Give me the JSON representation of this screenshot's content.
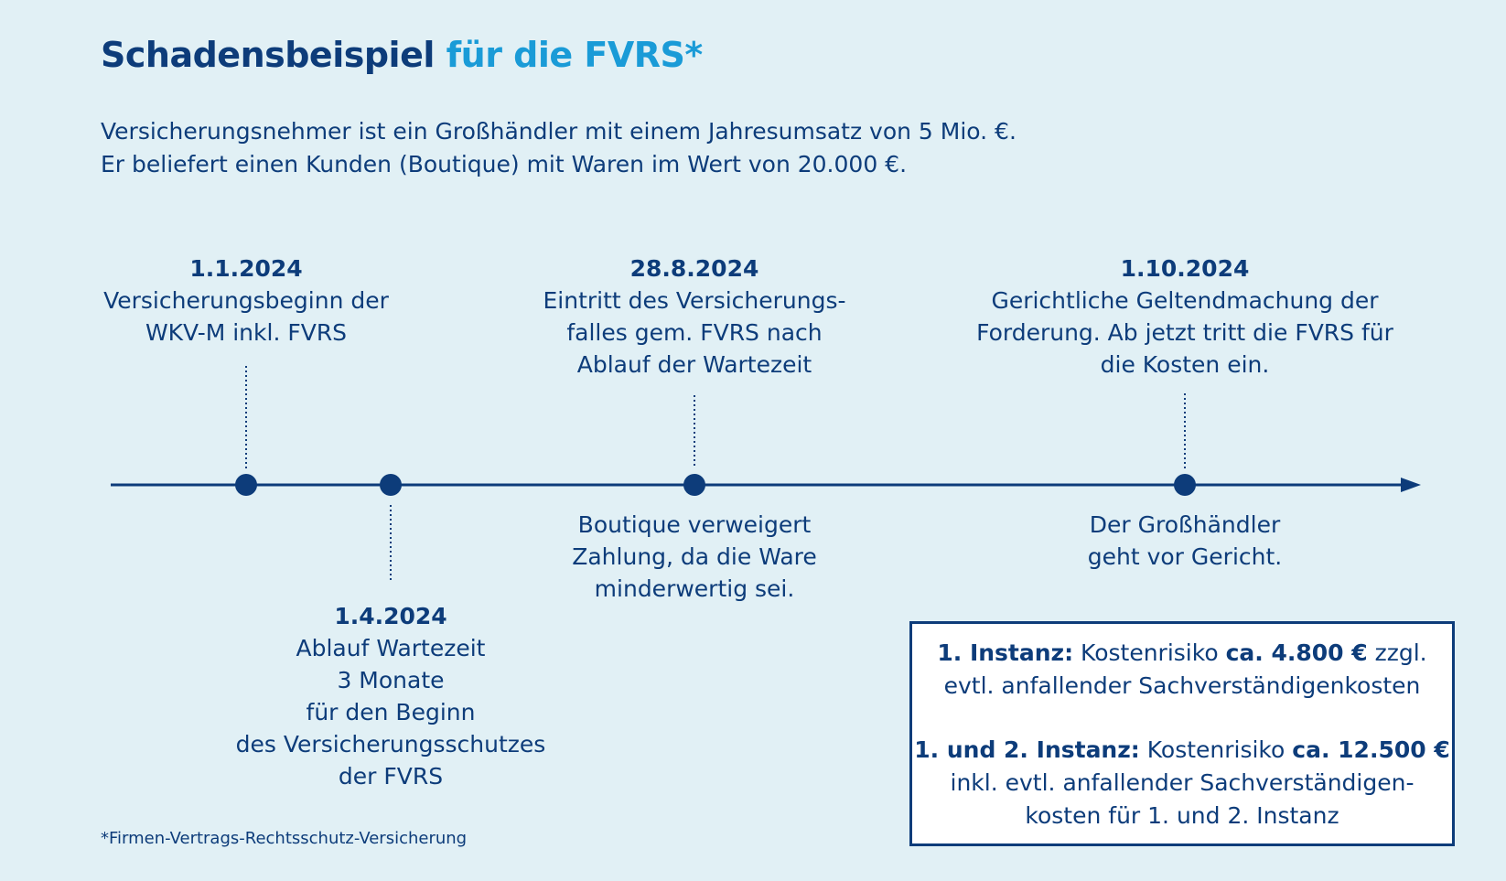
{
  "title": {
    "main": "Schadensbeispiel",
    "accent": "für die FVRS*"
  },
  "intro": [
    "Versicherungsnehmer ist ein Großhändler mit einem Jahresumsatz von 5 Mio. €.",
    "Er beliefert einen Kunden (Boutique) mit Waren im Wert von 20.000 €."
  ],
  "events": [
    {
      "date": "1.1.2024",
      "lines": [
        "Versicherungsbeginn der",
        "WKV-M inkl. FVRS"
      ]
    },
    {
      "date": "1.4.2024",
      "lines": [
        "Ablauf Wartezeit",
        "3 Monate",
        "für den Beginn",
        "des Versicherungsschutzes",
        "der FVRS"
      ]
    },
    {
      "date": "28.8.2024",
      "lines": [
        "Eintritt des Versicherungs-",
        "falles gem. FVRS nach",
        "Ablauf der Wartezeit"
      ]
    },
    {
      "date": "1.10.2024",
      "lines": [
        "Gerichtliche Geltendmachung der",
        "Forderung. Ab jetzt tritt die FVRS für",
        "die Kosten ein."
      ]
    }
  ],
  "below_notes": [
    {
      "lines": [
        "Boutique verweigert",
        "Zahlung, da die Ware",
        "minderwertig sei."
      ]
    },
    {
      "lines": [
        "Der Großhändler",
        "geht vor Gericht."
      ]
    }
  ],
  "cost_box": {
    "p1": {
      "label": "1. Instanz:",
      "text1": " Kostenrisiko ",
      "amount": "ca. 4.800 €",
      "text2": " zzgl.",
      "line2": "evtl. anfallender Sachverständigenkosten"
    },
    "p2": {
      "label": "1. und 2. Instanz:",
      "text1": " Kostenrisiko ",
      "amount": "ca. 12.500 €",
      "line2": "inkl. evtl. anfallender Sachverständigen-",
      "line3": "kosten für 1. und 2. Instanz"
    }
  },
  "footnote": "*Firmen-Vertrags-Rechtsschutz-Versicherung",
  "colors": {
    "navy": "#0d3c7a",
    "accent": "#1a9bd7",
    "background": "#e1f0f5",
    "box_bg": "#ffffff"
  }
}
